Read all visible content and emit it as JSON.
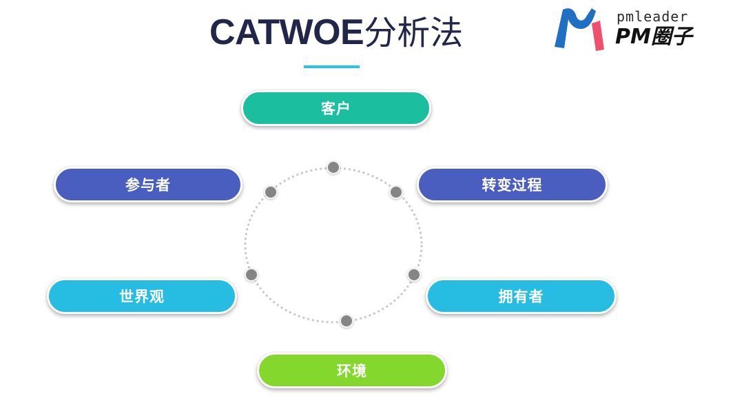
{
  "header": {
    "title_latin": "CATWOE",
    "title_cjk": "分析法",
    "underline_color": "#25c4ea"
  },
  "logo": {
    "subtitle": "pmleader",
    "name": "PM圈子",
    "colors": {
      "blue": "#1f6fc5",
      "red": "#f0506e"
    }
  },
  "diagram": {
    "ring": {
      "stroke": "#c9c9c9",
      "node_color": "#858585",
      "node_count": 6
    },
    "nodes": [
      {
        "id": "customer",
        "label": "客户",
        "color": "#1bbf9f"
      },
      {
        "id": "actors",
        "label": "参与者",
        "color": "#4a5ec0"
      },
      {
        "id": "transformation",
        "label": "转变过程",
        "color": "#4a5ec0"
      },
      {
        "id": "worldview",
        "label": "世界观",
        "color": "#27bde2"
      },
      {
        "id": "owner",
        "label": "拥有者",
        "color": "#27bde2"
      },
      {
        "id": "environment",
        "label": "环境",
        "color": "#84d82d"
      }
    ]
  }
}
